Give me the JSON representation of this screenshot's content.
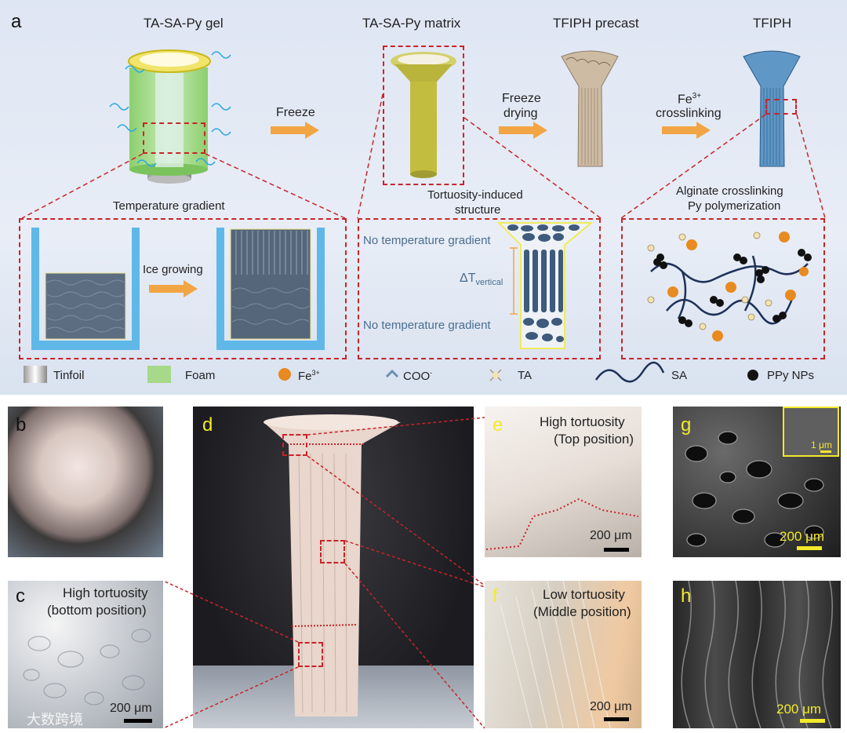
{
  "panel_a": {
    "label": "a",
    "titles": {
      "gel": "TA-SA-Py gel",
      "matrix": "TA-SA-Py matrix",
      "precast": "TFIPH precast",
      "final": "TFIPH"
    },
    "arrows": {
      "freeze": "Freeze",
      "freeze_drying_1": "Freeze",
      "freeze_drying_2": "drying",
      "fe_crosslink_base": "Fe",
      "fe_crosslink_sup": "3+",
      "fe_crosslink_2": "crosslinking"
    },
    "callouts": {
      "temp_gradient": "Temperature gradient",
      "tortuosity_1": "Tortuosity-induced",
      "tortuosity_2": "structure",
      "alginate_1": "Alginate crosslinking",
      "alginate_2": "Py polymerization"
    },
    "insets": {
      "ice_growing": "Ice growing",
      "no_gradient_top": "No temperature gradient",
      "delta_t": "ΔT",
      "delta_t_sub": "vertical",
      "no_gradient_bottom": "No temperature gradient"
    },
    "legend": {
      "tinfoil": "Tinfoil",
      "foam": "Foam",
      "fe_base": "Fe",
      "fe_sup": "3+",
      "coo_base": "COO",
      "coo_sup": "-",
      "ta": "TA",
      "sa": "SA",
      "ppy": "PPy NPs"
    }
  },
  "panel_b": {
    "label": "b"
  },
  "panel_c": {
    "label": "c",
    "caption_1": "High tortuosity",
    "caption_2": "(bottom position)",
    "scale": "200 μm"
  },
  "panel_d": {
    "label": "d"
  },
  "panel_e": {
    "label": "e",
    "caption_1": "High tortuosity",
    "caption_2": "(Top position)",
    "scale": "200 μm"
  },
  "panel_f": {
    "label": "f",
    "caption_1": "Low tortuosity",
    "caption_2": "(Middle position)",
    "scale": "200 μm"
  },
  "panel_g": {
    "label": "g",
    "scale": "200 μm",
    "inset_scale": "1 μm"
  },
  "panel_h": {
    "label": "h",
    "scale": "200 μm"
  },
  "watermark": "大数跨境",
  "colors": {
    "dash_red": "#c8242b",
    "arrow_orange": "#f2a544",
    "foam_green": "#a6d98a",
    "ice_blue": "#5fb8e8",
    "scale_yellow": "#f2ea2a",
    "fe_orange": "#e88a1f",
    "sa_navy": "#1d3157"
  }
}
